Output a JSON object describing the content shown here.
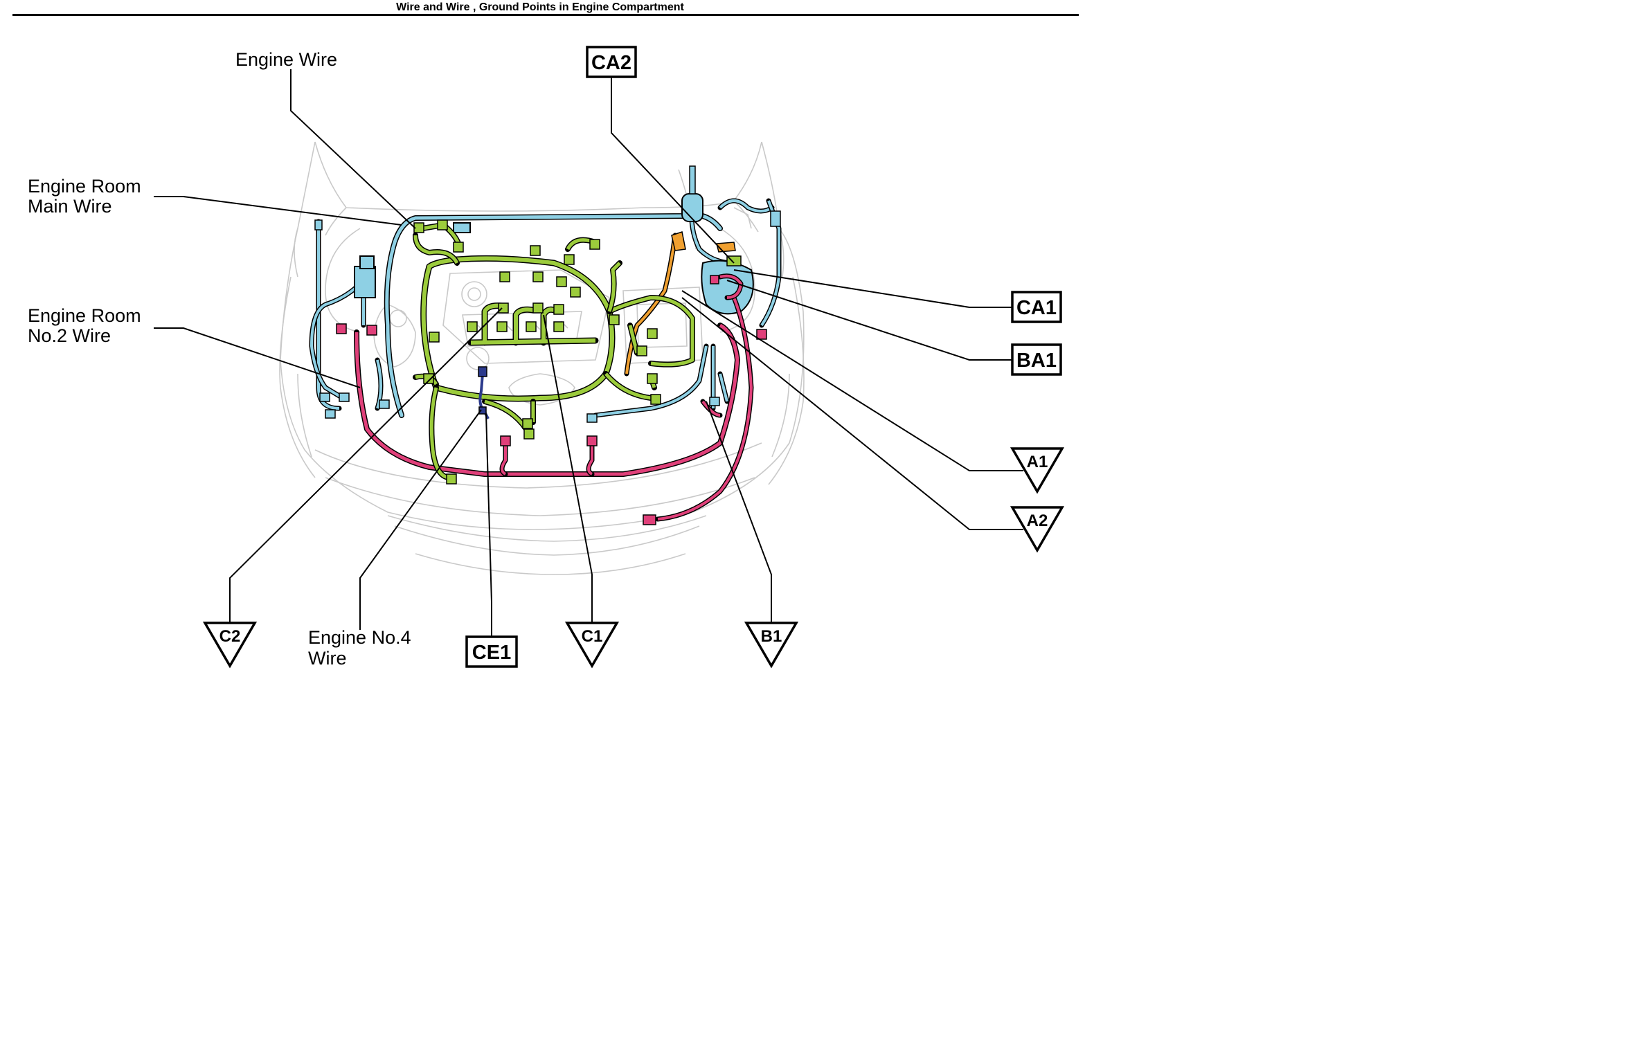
{
  "header": {
    "title": "Wire and Wire , Ground Points in Engine Compartment"
  },
  "wire_labels": {
    "engine_wire": "Engine Wire",
    "engine_room_main_line1": "Engine Room",
    "engine_room_main_line2": "Main Wire",
    "engine_room_no2_line1": "Engine Room",
    "engine_room_no2_line2": "No.2 Wire",
    "engine_no4_line1": "Engine No.4",
    "engine_no4_line2": "Wire"
  },
  "connector_codes": {
    "ca2": "CA2",
    "ca1": "CA1",
    "ba1": "BA1",
    "ce1": "CE1"
  },
  "ground_points": {
    "a1": "A1",
    "a2": "A2",
    "c2": "C2",
    "c1": "C1",
    "b1": "B1"
  },
  "colors": {
    "engine_wire": "#9ccc3c",
    "engine_room_main_wire": "#8ed0e4",
    "engine_room_no2_wire": "#e0407a",
    "engine_no4_wire": "#2b3a8c",
    "orange_wire": "#f0a030",
    "car_outline": "#c9c9c9"
  }
}
